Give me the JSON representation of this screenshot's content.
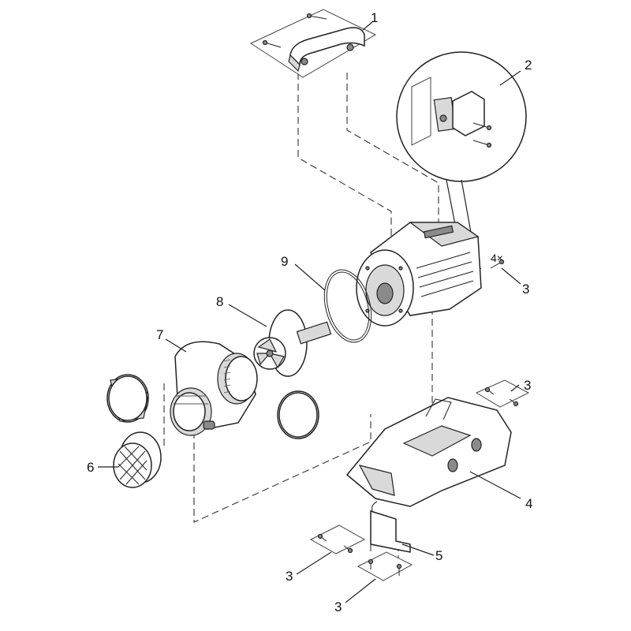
{
  "callouts": {
    "part1": "1",
    "part2": "2",
    "part3_qty": "4×",
    "part3_a": "3",
    "part3_b": "3",
    "part3_c": "3",
    "part3_d": "3",
    "part4": "4",
    "part5": "5",
    "part6": "6",
    "part7": "7",
    "part8": "8",
    "part9": "9"
  }
}
